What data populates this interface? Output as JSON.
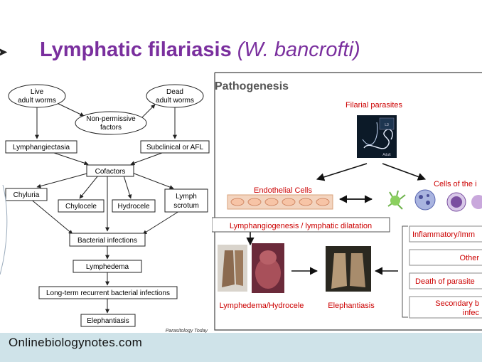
{
  "slide": {
    "title_bold": "Lymphatic filariasis",
    "title_italic": "(W. bancrofti)",
    "footer": "Onlinebiologynotes.com"
  },
  "flowchart": {
    "live_worms": [
      "Live",
      "adult worms"
    ],
    "dead_worms": [
      "Dead",
      "adult worms"
    ],
    "non_permissive": [
      "Non-permissive",
      "factors"
    ],
    "lymphangiectasia": "Lymphangiectasia",
    "subclinical": "Subclinical or AFL",
    "cofactors": "Cofactors",
    "chyluria": "Chyluria",
    "chylocele": "Chylocele",
    "hydrocele": "Hydrocele",
    "lymph_scrotum": [
      "Lymph",
      "scrotum"
    ],
    "bacterial": "Bacterial infections",
    "lymphedema": "Lymphedema",
    "long_term": "Long-term recurrent bacterial infections",
    "elephantiasis": "Elephantiasis",
    "source": "Parasitology Today"
  },
  "pathogenesis": {
    "heading": "Pathogenesis",
    "filarial": "Filarial parasites",
    "adult_label": "Adult",
    "l3_label": "L3",
    "endothelial": "Endothelial Cells",
    "cells_of": "Cells of the i",
    "lymphangiogenesis": "Lymphangiogenesis / lymphatic dilatation",
    "inflammatory": "Inflammatory/Imm",
    "other": "Other",
    "death": "Death of parasite",
    "secondary": [
      "Secondary b",
      "infec"
    ],
    "lymphedema_hydrocele": "Lymphedema/Hydrocele",
    "elephantiasis": "Elephantiasis"
  }
}
